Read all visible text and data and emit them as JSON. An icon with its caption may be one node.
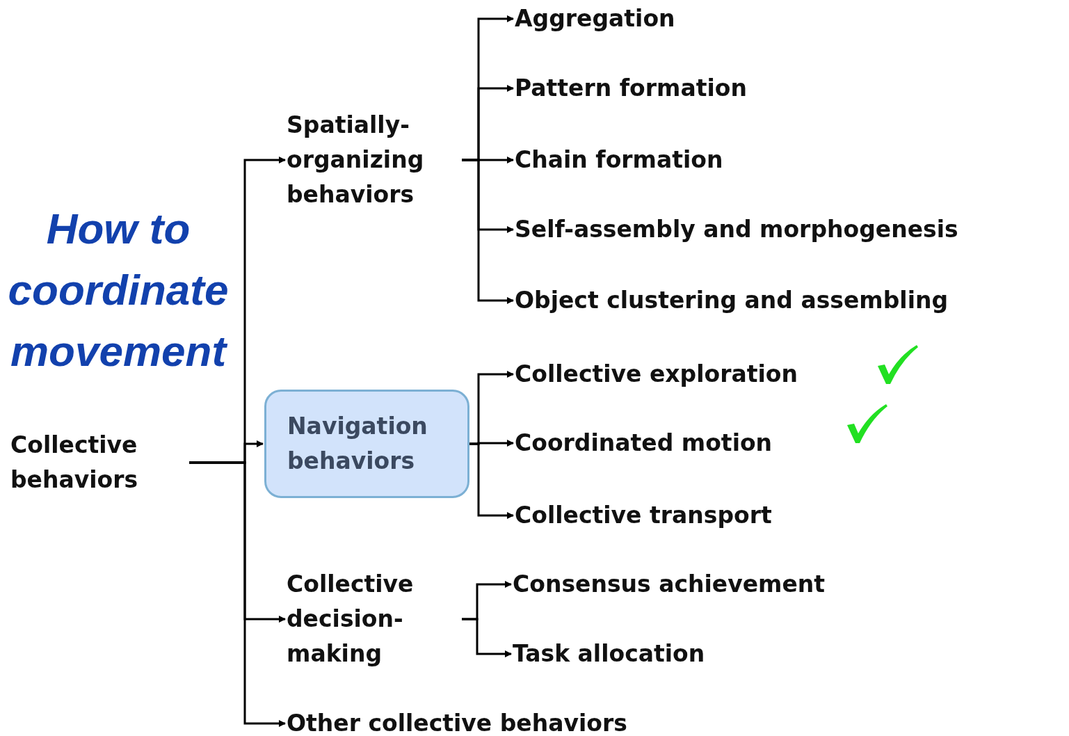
{
  "diagram": {
    "title": "How to coordinate movement",
    "nodes": [
      {
        "text": [
          "Collective behaviors"
        ]
      },
      {
        "text": [
          "Spatially-organizing behaviors"
        ]
      },
      {
        "text": [
          "Navigation behaviors"
        ]
      },
      {
        "text": [
          "Collective decision-making"
        ]
      },
      {
        "text": [
          "Other collective behaviors"
        ]
      },
      {
        "text": [
          "Aggregation"
        ]
      },
      {
        "text": [
          "Pattern formation"
        ]
      },
      {
        "text": [
          "Chain formation"
        ]
      },
      {
        "text": [
          "Self-assembly and morphogenesis"
        ]
      },
      {
        "text": [
          "Object clustering and assembling"
        ]
      },
      {
        "text": [
          "Collective exploration"
        ]
      },
      {
        "text": [
          "Coordinated motion"
        ]
      },
      {
        "text": [
          "Collective transport"
        ]
      },
      {
        "text": [
          "Consensus achievement"
        ]
      },
      {
        "text": [
          "Task allocation"
        ]
      }
    ],
    "edges": [
      {
        "from": 0,
        "to": 1,
        "arrow": "to"
      },
      {
        "from": 0,
        "to": 2,
        "arrow": "to"
      },
      {
        "from": 0,
        "to": 3,
        "arrow": "to"
      },
      {
        "from": 0,
        "to": 4,
        "arrow": "to"
      },
      {
        "from": 1,
        "to": 5,
        "arrow": "to"
      },
      {
        "from": 1,
        "to": 6,
        "arrow": "to"
      },
      {
        "from": 1,
        "to": 7,
        "arrow": "to"
      },
      {
        "from": 1,
        "to": 8,
        "arrow": "to"
      },
      {
        "from": 1,
        "to": 9,
        "arrow": "to"
      },
      {
        "from": 2,
        "to": 10,
        "arrow": "to"
      },
      {
        "from": 2,
        "to": 11,
        "arrow": "to"
      },
      {
        "from": 2,
        "to": 12,
        "arrow": "to"
      },
      {
        "from": 3,
        "to": 13,
        "arrow": "to"
      },
      {
        "from": 3,
        "to": 14,
        "arrow": "to"
      }
    ]
  }
}
